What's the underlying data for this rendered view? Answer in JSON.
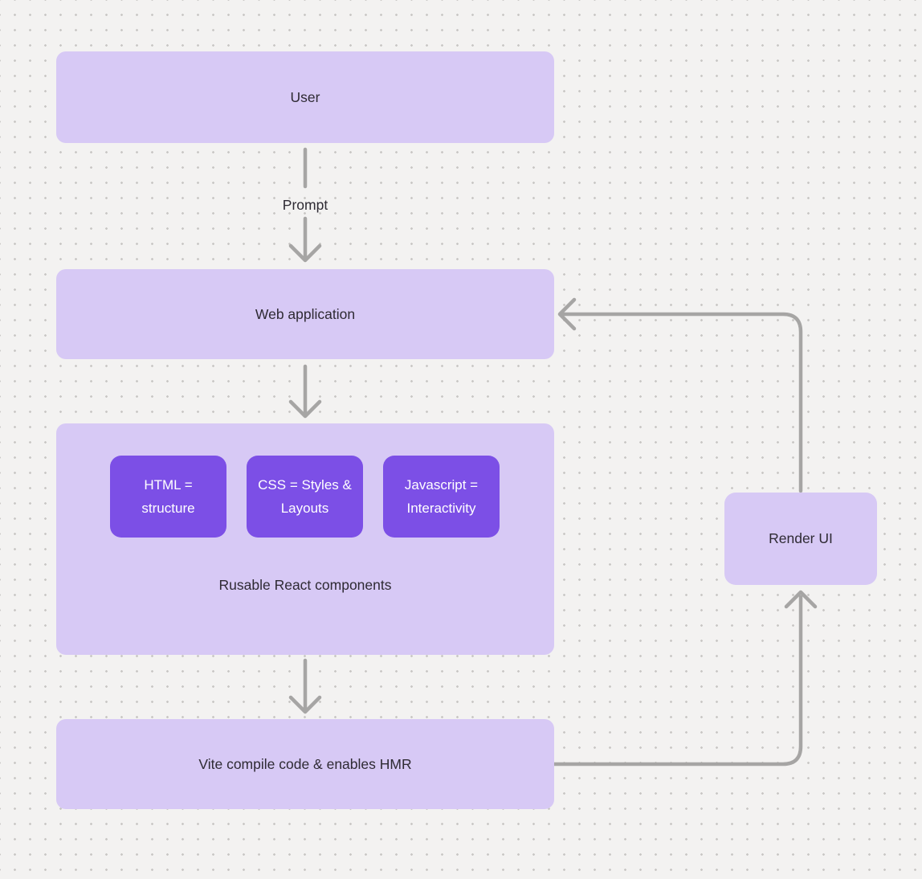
{
  "page": {
    "background_color": "#f3f2f1",
    "dot_grid_color": "#c9c7c5"
  },
  "colors": {
    "node_fill": "#d7c9f5",
    "chip_fill": "#7c4fe6",
    "arrow": "#a6a5a4",
    "text_dark": "#2e2a33",
    "text_light": "#ffffff"
  },
  "nodes": {
    "user": {
      "label": "User"
    },
    "web_application": {
      "label": "Web application"
    },
    "components_group": {
      "caption": "Rusable React components",
      "chips": [
        {
          "label": "HTML = structure"
        },
        {
          "label": "CSS = Styles & Layouts"
        },
        {
          "label": "Javascript = Interactivity"
        }
      ]
    },
    "vite": {
      "label": "Vite compile code & enables HMR"
    },
    "render_ui": {
      "label": "Render UI"
    }
  },
  "edges": {
    "prompt_label": "Prompt"
  }
}
